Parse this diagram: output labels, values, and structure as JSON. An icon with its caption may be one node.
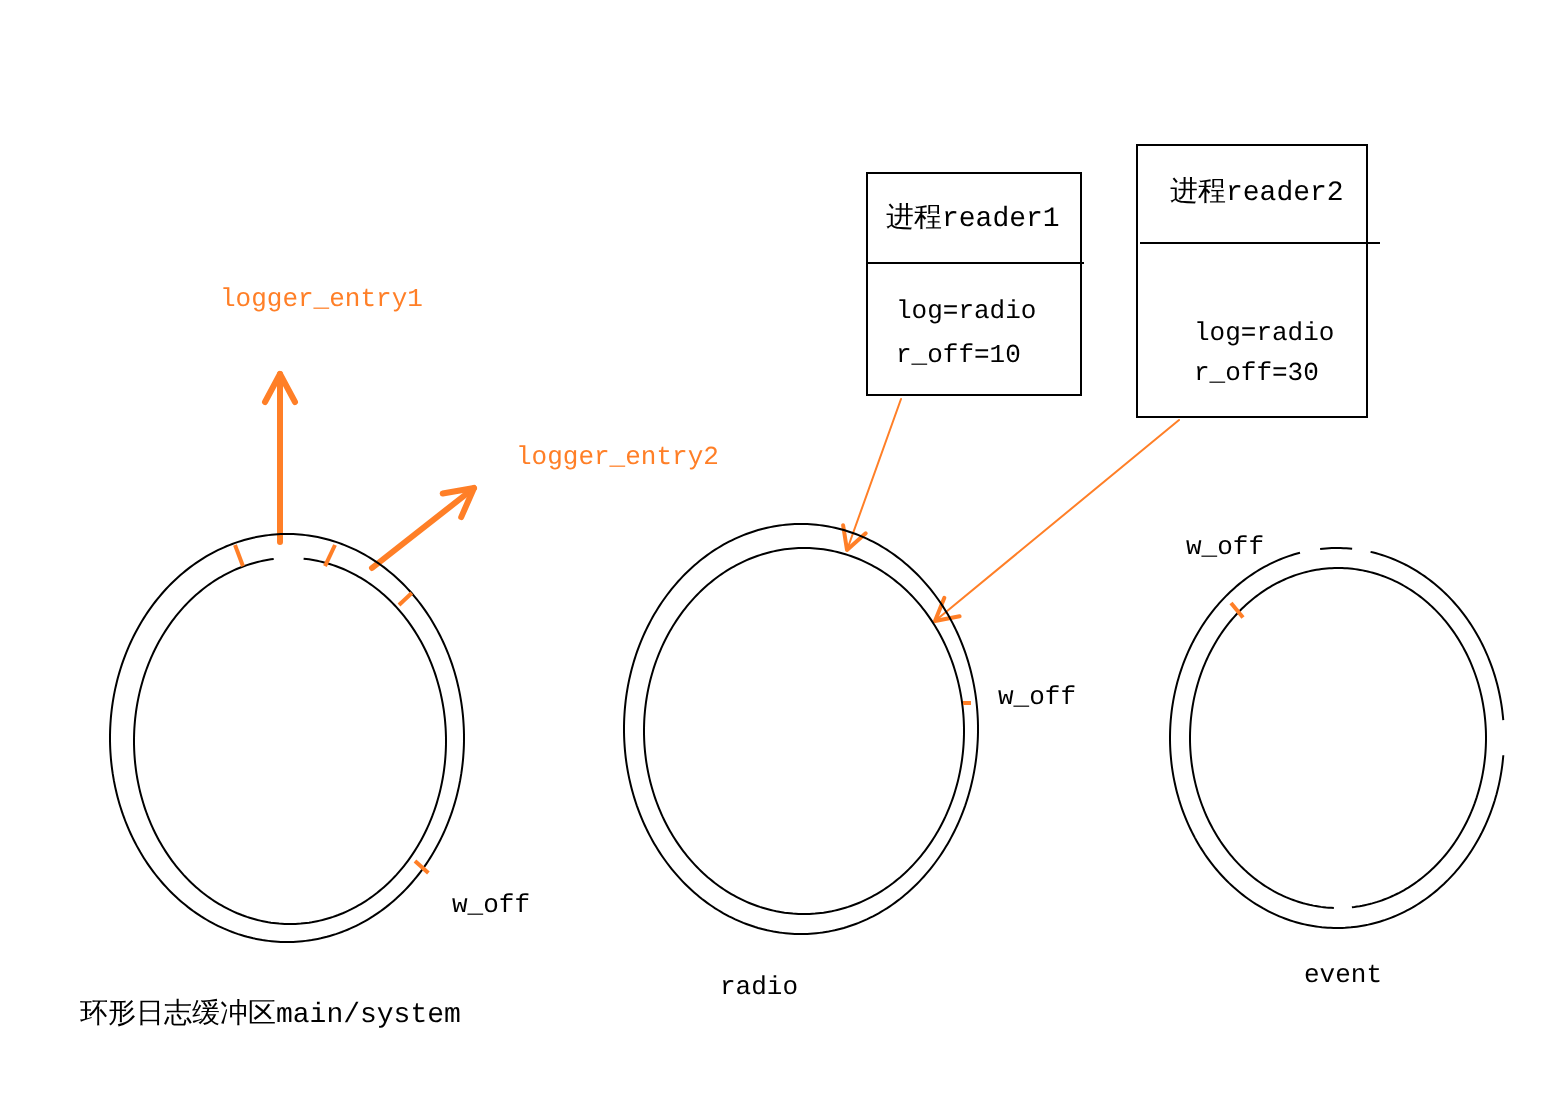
{
  "diagram": {
    "nodes": [
      {
        "text": [
          "logger_entry1"
        ]
      },
      {
        "text": [
          "logger_entry2"
        ]
      },
      {
        "text": [
          "进程reader1",
          "log=radio r_off=10"
        ]
      },
      {
        "text": [
          "进程reader2",
          "log=radio r_off=30"
        ]
      },
      {
        "text": [],
        "shape": "circle",
        "beside": [
          "w_off",
          "环形日志缓冲区main/system"
        ]
      },
      {
        "text": [],
        "shape": "circle",
        "beside": [
          "w_off",
          "radio"
        ]
      },
      {
        "text": [],
        "shape": "circle",
        "beside": [
          "w_off",
          "event"
        ]
      }
    ],
    "edges": [
      {
        "from": 4,
        "to": 0,
        "arrow": "to",
        "style": "thick"
      },
      {
        "from": 4,
        "to": 1,
        "arrow": "to",
        "style": "thick"
      },
      {
        "from": 2,
        "to": 5,
        "arrow": "to"
      },
      {
        "from": 3,
        "to": 5,
        "arrow": "to"
      }
    ]
  }
}
